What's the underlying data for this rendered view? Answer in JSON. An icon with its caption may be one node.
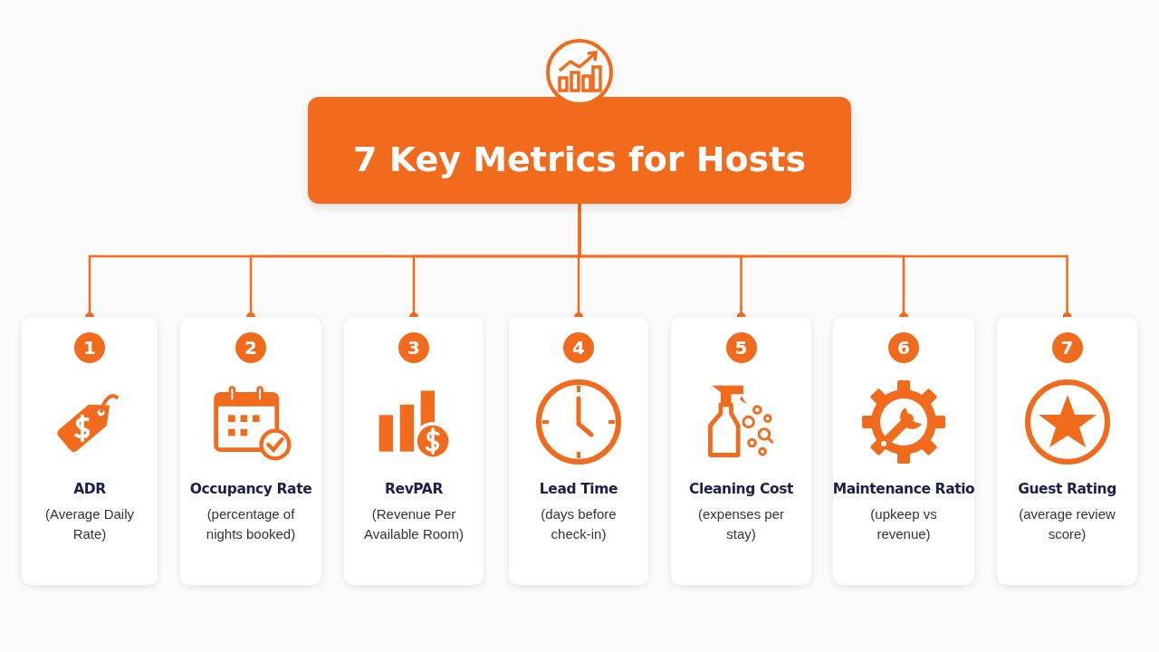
{
  "diagram": {
    "nodes": [
      {
        "text": [
          "7 Key Metrics for Hosts"
        ]
      },
      {
        "text": [
          "1",
          "ADR",
          "(Average Daily Rate)"
        ]
      },
      {
        "text": [
          "2",
          "Occupancy Rate",
          "(percentage of nights booked)"
        ]
      },
      {
        "text": [
          "3",
          "RevPAR",
          "(Revenue Per Available Room)"
        ]
      },
      {
        "text": [
          "4",
          "Lead Time",
          "(days before check-in)"
        ]
      },
      {
        "text": [
          "5",
          "Cleaning Cost",
          "(expenses per stay)"
        ]
      },
      {
        "text": [
          "6",
          "Maintenance Ratio",
          "(upkeep vs revenue)"
        ]
      },
      {
        "text": [
          "7",
          "Guest Rating",
          "(average review score)"
        ]
      }
    ],
    "edges": [
      {
        "from": 0,
        "to": 1,
        "arrow": "other"
      },
      {
        "from": 0,
        "to": 2,
        "arrow": "other"
      },
      {
        "from": 0,
        "to": 3,
        "arrow": "other"
      },
      {
        "from": 0,
        "to": 4,
        "arrow": "other"
      },
      {
        "from": 0,
        "to": 5,
        "arrow": "other"
      },
      {
        "from": 0,
        "to": 6,
        "arrow": "other"
      },
      {
        "from": 0,
        "to": 7,
        "arrow": "other"
      }
    ]
  }
}
